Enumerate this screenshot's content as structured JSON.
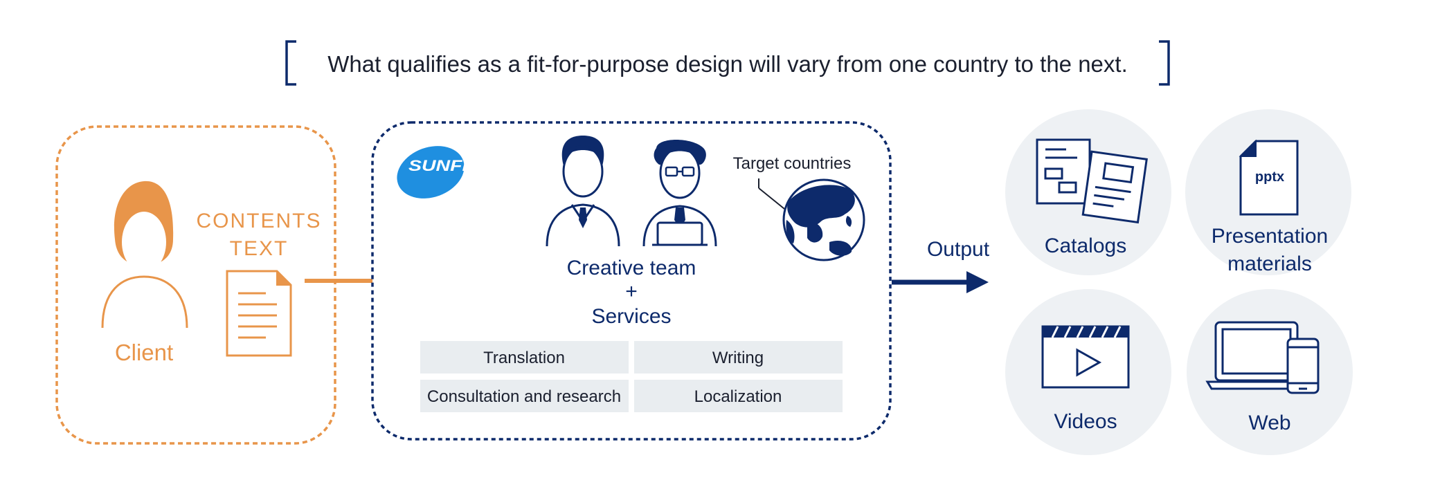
{
  "headline": "What qualifies as a fit-for-purpose design will vary from one country to the next.",
  "client": {
    "label": "Client",
    "contents_line1": "CONTENTS",
    "contents_line2": "TEXT"
  },
  "sunflare": {
    "logo_text": "SUNFLARE",
    "target_label": "Target countries",
    "team_line1": "Creative team",
    "team_line2": "+",
    "team_line3": "Services",
    "services": [
      "Translation",
      "Writing",
      "Consultation and research",
      "Localization"
    ]
  },
  "output_label": "Output",
  "outputs": {
    "catalogs": "Catalogs",
    "pptx_tag": "pptx",
    "presentation_line1": "Presentation",
    "presentation_line2": "materials",
    "videos": "Videos",
    "web": "Web"
  },
  "colors": {
    "navy": "#0d2a6b",
    "orange": "#e8954a",
    "light_gray": "#eef1f4",
    "service_bg": "#e9edf0",
    "logo_blue": "#1f8fe0"
  }
}
